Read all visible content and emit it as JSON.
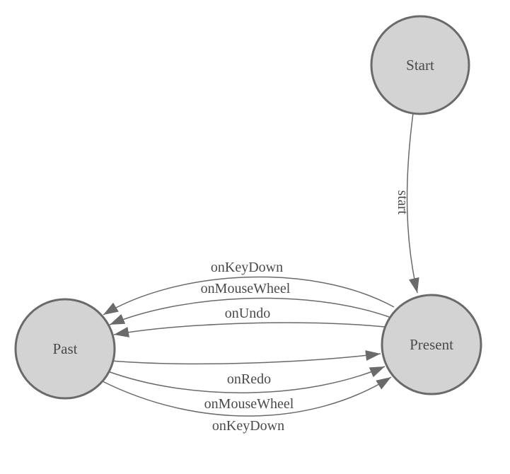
{
  "diagram": {
    "type": "state-machine",
    "colors": {
      "background": "#ffffff",
      "node_fill": "#d3d3d3",
      "node_border": "#6a6a6a",
      "edge_stroke": "#6a6a6a",
      "arrowhead": "#6a6a6a",
      "label_text": "#4a4a4a"
    },
    "nodes": [
      {
        "id": "start",
        "label": "Start"
      },
      {
        "id": "present",
        "label": "Present"
      },
      {
        "id": "past",
        "label": "Past"
      }
    ],
    "edges": [
      {
        "from": "start",
        "to": "present",
        "label": "start"
      },
      {
        "from": "present",
        "to": "past",
        "label": "onKeyDown"
      },
      {
        "from": "present",
        "to": "past",
        "label": "onMouseWheel"
      },
      {
        "from": "present",
        "to": "past",
        "label": "onUndo"
      },
      {
        "from": "past",
        "to": "present",
        "label": "onRedo"
      },
      {
        "from": "past",
        "to": "present",
        "label": "onMouseWheel"
      },
      {
        "from": "past",
        "to": "present",
        "label": "onKeyDown"
      }
    ]
  }
}
